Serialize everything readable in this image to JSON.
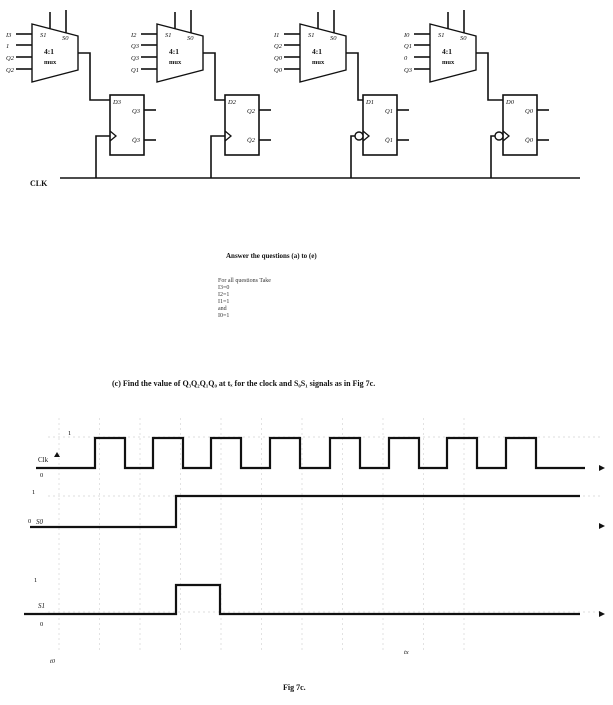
{
  "circuit": {
    "stages": [
      {
        "out": "Q3",
        "ff_d": "D3",
        "ff_q": "Q3",
        "ff_qb": "Q̄3",
        "mux_label": "4:1",
        "mux_sub": "mux",
        "s1": "S1",
        "s0": "S0",
        "inputs": [
          "I3",
          "1",
          "Q2",
          "Q2"
        ],
        "clk_inverted": false
      },
      {
        "out": "Q2",
        "ff_d": "D2",
        "ff_q": "Q2",
        "ff_qb": "Q̄2",
        "mux_label": "4:1",
        "mux_sub": "mux",
        "s1": "S1",
        "s0": "S0",
        "inputs": [
          "I2",
          "Q3",
          "Q3",
          "Q1"
        ],
        "clk_inverted": false
      },
      {
        "out": "Q1",
        "ff_d": "D1",
        "ff_q": "Q1",
        "ff_qb": "Q̄1",
        "mux_label": "4:1",
        "mux_sub": "mux",
        "s1": "S1",
        "s0": "S0",
        "inputs": [
          "I1",
          "Q2",
          "Q0",
          "Q0"
        ],
        "clk_inverted": true
      },
      {
        "out": "Q0",
        "ff_d": "D0",
        "ff_q": "Q0",
        "ff_qb": "Q̄0",
        "mux_label": "4:1",
        "mux_sub": "mux",
        "s1": "S1",
        "s0": "S0",
        "inputs": [
          "I0",
          "Q1",
          "0",
          "Q3"
        ],
        "clk_inverted": true
      }
    ],
    "clk_label": "CLK"
  },
  "text": {
    "answer_heading": "Answer the questions  (a) to (e)",
    "instructions": [
      "For all questions  Take",
      "I3=0",
      "I2=1",
      "I1=1",
      "and",
      "I0=1"
    ],
    "question_c": "(c)  Find the value of   Q₃Q₂Q₁Q₀  at tₓ for  the clock and S₀S₁ signals as in Fig 7c."
  },
  "timing": {
    "clk": {
      "label": "Clk",
      "high_label": "1",
      "low_label": "0",
      "pulses": 8,
      "levels": "square wave"
    },
    "s0": {
      "label": "S0",
      "high_label": "1",
      "low_label": "0",
      "rise_after_pulse": 2
    },
    "s1": {
      "label": "S1",
      "high_label": "1",
      "low_label": "0",
      "pulse_between": [
        2,
        3
      ]
    },
    "t0_label": "t0",
    "tx_label": "tx",
    "caption": "Fig  7c."
  }
}
